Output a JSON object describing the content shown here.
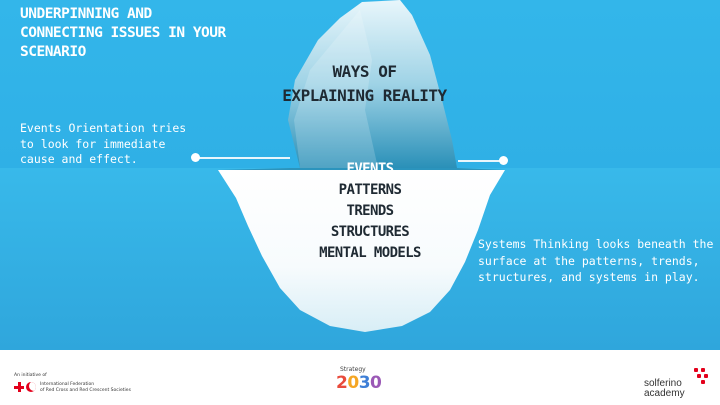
{
  "heading": [
    "UNDERPINNING AND",
    "CONNECTING ISSUES IN YOUR",
    "SCENARIO"
  ],
  "events_orientation": [
    "Events Orientation tries",
    "to look for immediate",
    "cause and effect."
  ],
  "ways_title": [
    "WAYS OF",
    "EXPLAINING REALITY"
  ],
  "levels": [
    "EVENTS",
    "PATTERNS",
    "TRENDS",
    "STRUCTURES",
    "MENTAL MODELS"
  ],
  "systems_thinking": [
    "Systems Thinking looks beneath the",
    "surface at the patterns, trends,",
    "structures, and systems in play."
  ],
  "footer": {
    "left_logo": {
      "caption": "An initiative of",
      "lines": [
        "International Federation",
        "of Red Cross and Red Crescent Societies"
      ]
    },
    "middle_logo": {
      "small": "Strategy",
      "big": [
        "2",
        "0",
        "3",
        "0"
      ]
    },
    "right_logo": {
      "lines": [
        "solferino",
        "academy"
      ]
    }
  },
  "colors": {
    "sky": "#33b6ea",
    "sea": "#2fa6dc",
    "text_dark": "#1f2a33",
    "red_cross": "#e3001b"
  }
}
